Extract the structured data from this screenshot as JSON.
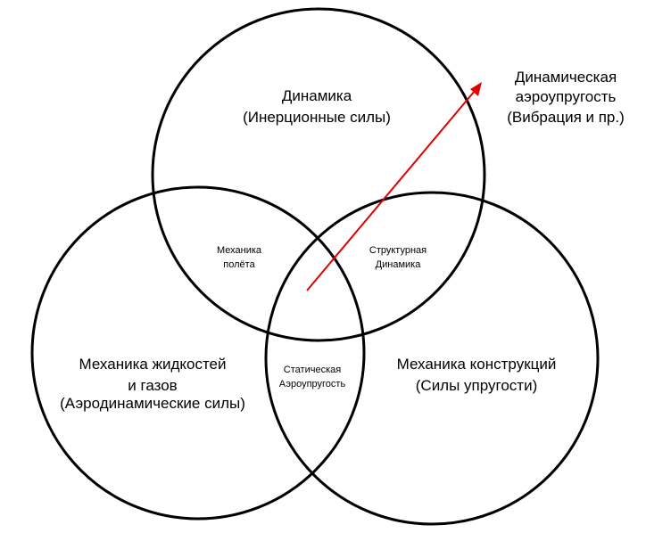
{
  "circles": {
    "dynamics": {
      "title": "Динамика",
      "subtitle": "(Инерционные силы)"
    },
    "fluid_mechanics": {
      "line1": "Механика жидкостей",
      "line2": "и газов",
      "line3": "(Аэродинамические силы)"
    },
    "structural_mechanics": {
      "title": "Механика конструкций",
      "subtitle": "(Силы упругости)"
    }
  },
  "intersections": {
    "flight_mechanics": {
      "line1": "Механика",
      "line2": "полёта"
    },
    "structural_dynamics": {
      "line1": "Структурная",
      "line2": "Динамика"
    },
    "static_aeroelasticity": {
      "line1": "Статическая",
      "line2": "Аэроупругость"
    }
  },
  "arrow_label": {
    "line1": "Динамическая",
    "line2": "аэроупругость",
    "line3": "(Вибрация и пр.)"
  },
  "colors": {
    "circle_stroke": "#000000",
    "arrow": "#e00000",
    "background": "#ffffff"
  }
}
